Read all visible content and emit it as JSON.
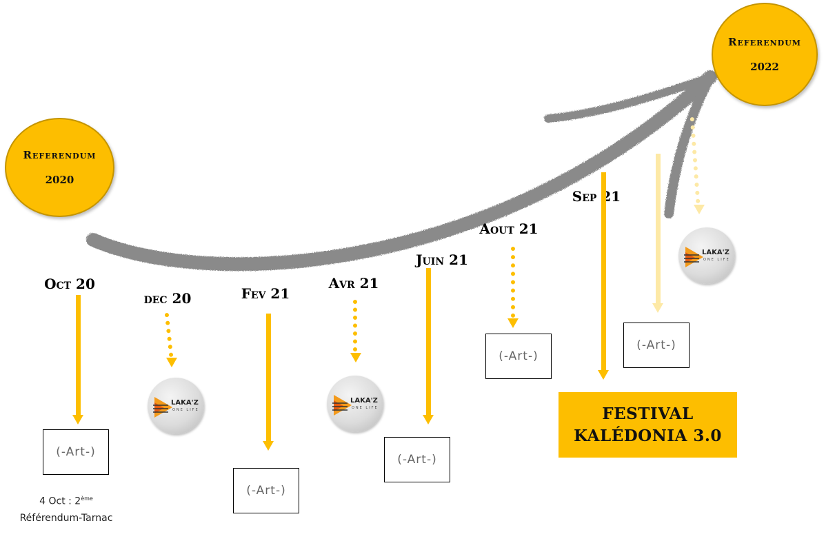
{
  "referendums": [
    {
      "label": "Referendum",
      "year": "2020"
    },
    {
      "label": "Referendum",
      "year": "2022"
    }
  ],
  "months": [
    "Oct 20",
    "dec 20",
    "Fev 21",
    "Avr 21",
    "Juin 21",
    "Aout 21",
    "Sep 21"
  ],
  "art_label": "(-Art-)",
  "lakaz": {
    "name": "LAKA'Z",
    "sub": "ONE LIFE"
  },
  "festival": {
    "line1": "FESTIVAL",
    "line2": "KALÉDONIA 3.0"
  },
  "note": {
    "line1": "4 Oct : 2",
    "sup": "ème",
    "line2": "Référendum-Tarnac"
  },
  "colors": {
    "accent": "#FDBE00",
    "accent_light": "#FDE9A6",
    "trend_arrow": "#8a8a8a"
  },
  "icons": [
    "growth-arrow",
    "lakaz-logo"
  ]
}
